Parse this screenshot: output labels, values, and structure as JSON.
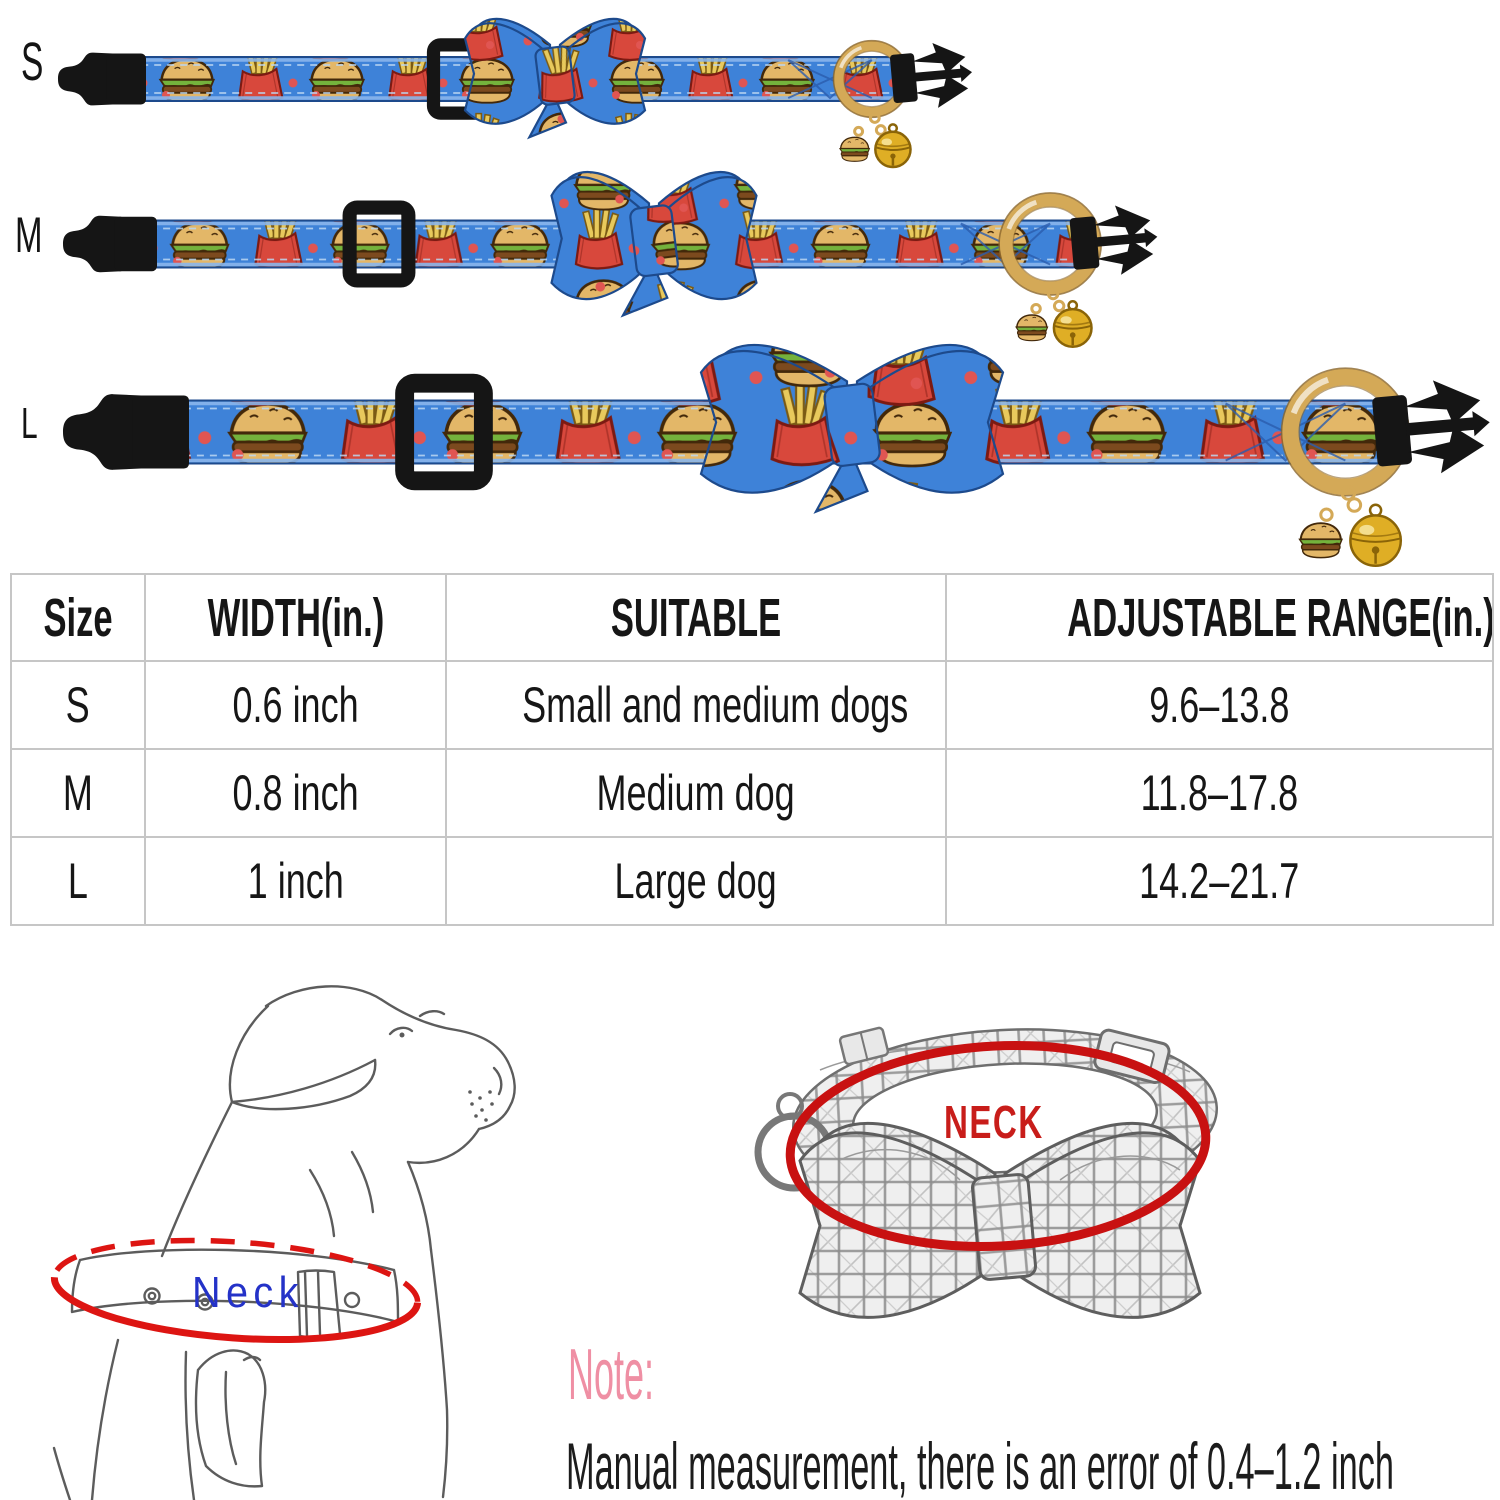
{
  "collars": [
    {
      "label": "S"
    },
    {
      "label": "M"
    },
    {
      "label": "L"
    }
  ],
  "size_table": {
    "headers": [
      "Size",
      "WIDTH(in.)",
      "SUITABLE",
      "ADJUSTABLE RANGE(in.)"
    ],
    "rows": [
      [
        "S",
        "0.6 inch",
        "Small and medium dogs",
        "9.6–13.8"
      ],
      [
        "M",
        "0.8 inch",
        "Medium dog",
        "11.8–17.8"
      ],
      [
        "L",
        "1 inch",
        "Large dog",
        "14.2–21.7"
      ]
    ]
  },
  "measure_guide": {
    "dog_neck_label": "Neck",
    "bow_neck_label": "NECK"
  },
  "note": {
    "label": "Note:",
    "text": "Manual measurement, there is an error of 0.4–1.2 inch"
  },
  "colors": {
    "strap_blue": "#3e82d8",
    "strap_edge": "#8ab6ec",
    "strap_outline": "#1d4a8c",
    "stitch_navy": "#2a5cae",
    "stitch_light": "#bcd7f2",
    "bun_tan": "#e3b768",
    "bun_outline": "#42280a",
    "lettuce_green": "#74b23c",
    "patty_brown": "#7c4a1e",
    "fries_yellow": "#e8c95c",
    "fries_outline": "#7a5a14",
    "carton_red": "#d8483c",
    "carton_outline": "#7c1a12",
    "dot_red": "#e05552",
    "plastic_black": "#151515",
    "gold": "#d4a957",
    "gold_dark": "#8a652a",
    "bell_gold": "#dfae25",
    "bell_dark": "#8a6408",
    "sketch_gray": "#5c5c5c",
    "sketch_light": "#9a9a9a",
    "red_line": "#dd1512",
    "neck_blue": "#2432c8",
    "neck_red": "#c81d1a",
    "note_pink": "#ef8fa4",
    "table_border": "#c6c6c6"
  }
}
